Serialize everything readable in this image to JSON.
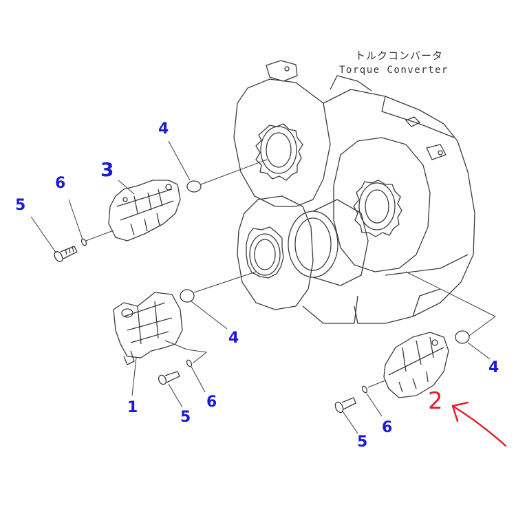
{
  "diagram": {
    "title_jp": "トルクコンバータ",
    "title_en": "Torque Converter",
    "colors": {
      "line": "#3a3a3a",
      "callout": "#1a1adb",
      "highlight": "#e0202a",
      "background": "#ffffff"
    },
    "callouts": [
      {
        "id": "c3",
        "label": "3",
        "part": "pump-assembly-top-left"
      },
      {
        "id": "c4a",
        "label": "4",
        "part": "o-ring-top"
      },
      {
        "id": "c6a",
        "label": "6",
        "part": "washer-top"
      },
      {
        "id": "c5a",
        "label": "5",
        "part": "bolt-top"
      },
      {
        "id": "c4b",
        "label": "4",
        "part": "o-ring-middle"
      },
      {
        "id": "c1",
        "label": "1",
        "part": "pump-assembly-bottom-left"
      },
      {
        "id": "c5b",
        "label": "5",
        "part": "bolt-middle"
      },
      {
        "id": "c6b",
        "label": "6",
        "part": "washer-middle"
      },
      {
        "id": "c4c",
        "label": "4",
        "part": "o-ring-right"
      },
      {
        "id": "c2",
        "label": "2",
        "part": "pump-assembly-bottom-right"
      },
      {
        "id": "c5c",
        "label": "5",
        "part": "bolt-right"
      },
      {
        "id": "c6c",
        "label": "6",
        "part": "washer-right"
      }
    ],
    "annotation": {
      "type": "hand-drawn-arrow",
      "color": "#e0202a",
      "points_to": "2"
    }
  }
}
